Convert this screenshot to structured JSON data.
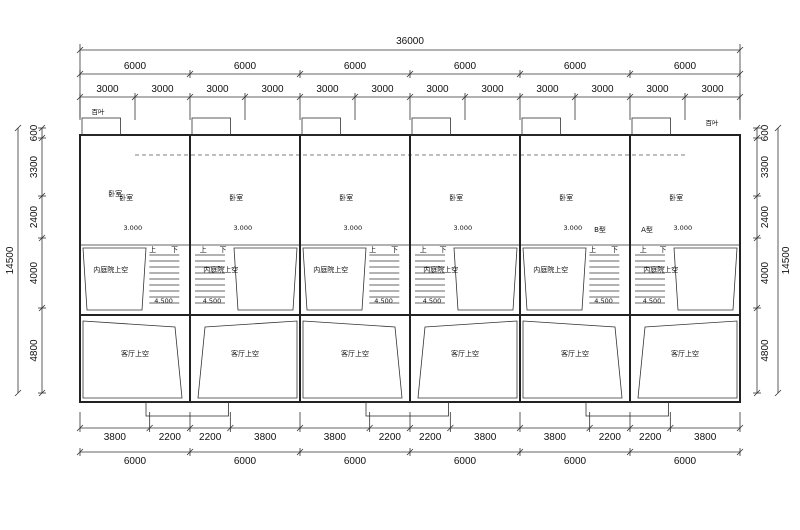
{
  "overall": "36000",
  "bays": [
    "6000",
    "6000",
    "6000",
    "6000",
    "6000",
    "6000"
  ],
  "top_sub": [
    "3000",
    "3000",
    "3000",
    "3000",
    "3000",
    "3000",
    "3000",
    "3000",
    "3000",
    "3000",
    "3000",
    "3000"
  ],
  "bottom_sub": [
    "3800",
    "2200",
    "2200",
    "3800",
    "3800",
    "2200",
    "2200",
    "3800",
    "3800",
    "2200",
    "2200",
    "3800"
  ],
  "vertical_segments": [
    "600",
    "3300",
    "2400",
    "4000",
    "4800"
  ],
  "vertical_total": "14500",
  "labels": {
    "bedroom": "卧室",
    "courtyard_void": "内庭院上空",
    "living_void": "客厅上空",
    "up": "上",
    "down": "下",
    "shutter": "百叶",
    "type_a": "A型",
    "type_b": "B型",
    "level_3000": "3.000",
    "level_4500": "4.500"
  }
}
